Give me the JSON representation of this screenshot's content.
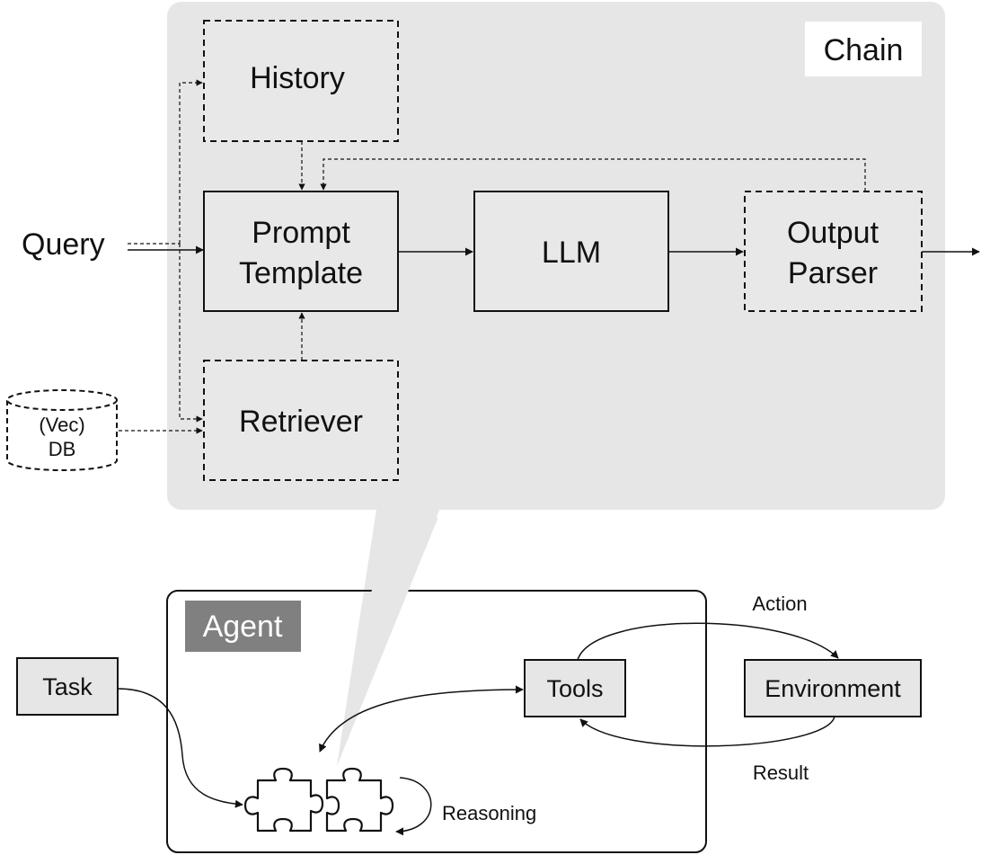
{
  "chain": {
    "title": "Chain",
    "history": "History",
    "prompt_line1": "Prompt",
    "prompt_line2": "Template",
    "llm": "LLM",
    "output_line1": "Output",
    "output_line2": "Parser",
    "retriever": "Retriever",
    "query": "Query",
    "db_line1": "(Vec)",
    "db_line2": "DB"
  },
  "agent": {
    "title": "Agent",
    "task": "Task",
    "tools": "Tools",
    "environment": "Environment",
    "action": "Action",
    "result": "Result",
    "reasoning": "Reasoning"
  },
  "colors": {
    "chain_bg": "#e6e6e6",
    "agent_label_bg": "#808080",
    "agent_label_text": "#ffffff"
  }
}
